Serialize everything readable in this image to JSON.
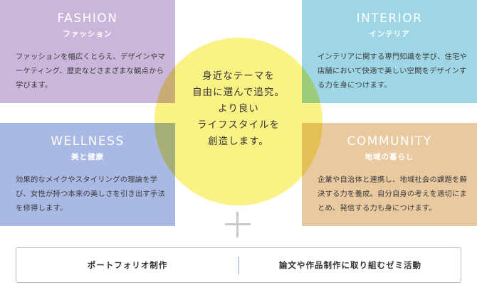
{
  "cards": {
    "fashion": {
      "title": "FASHION",
      "subtitle": "ファッション",
      "description": "ファッションを幅広くとらえ、デザインやマーケティング、歴史などさまざまな観点から学びます。",
      "color": "#cbb6db"
    },
    "interior": {
      "title": "INTERIOR",
      "subtitle": "インテリア",
      "description": "インテリアに関する専門知識を学び、住宅や店舗において快適で美しい空間をデザインする力を身につけます。",
      "color": "#9fd6e6"
    },
    "wellness": {
      "title": "WELLNESS",
      "subtitle": "美と健康",
      "description": "効果的なメイクやスタイリングの理論を学び、女性が持つ本来の美しさを引き出す手法を修得します。",
      "color": "#a9b9e3"
    },
    "community": {
      "title": "COMMUNITY",
      "subtitle": "地域の暮らし",
      "description": "企業や自治体と連携し、地域社会の課題を解決する力を養成。自分自身の考えを適切にまとめ、発信する力も身につけます。",
      "color": "#e8c9a0"
    }
  },
  "center": {
    "lines": [
      "身近なテーマを",
      "自由に選んで追究。",
      "より良い",
      "ライフスタイルを",
      "創造します。"
    ],
    "color": "#faee64"
  },
  "bottom": {
    "left_label": "ポートフォリオ制作",
    "right_label": "論文や作品制作に取り組むゼミ活動"
  }
}
